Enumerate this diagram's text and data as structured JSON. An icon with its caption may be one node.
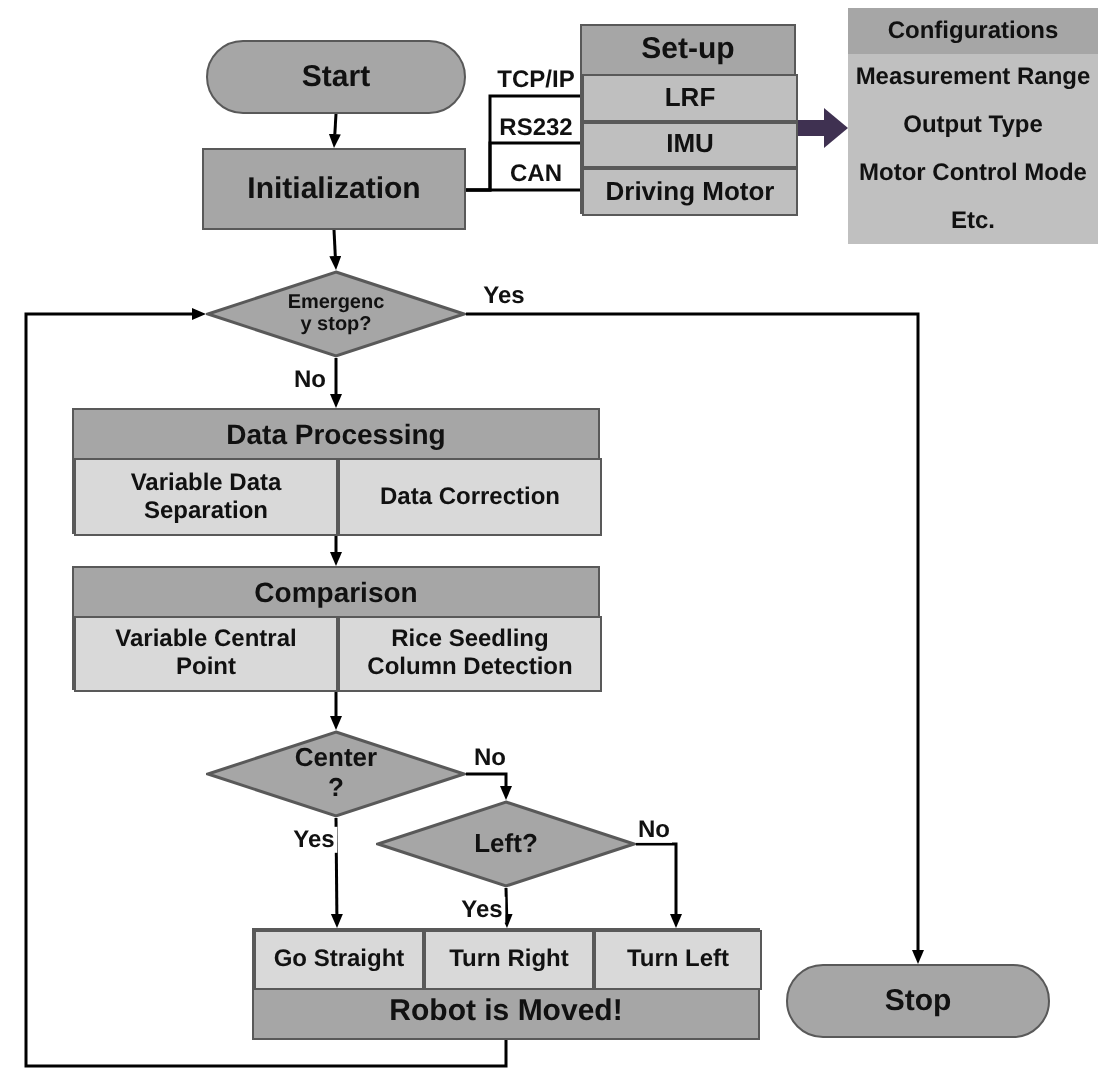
{
  "diagram": {
    "nodes": [
      {
        "text": [
          "Start"
        ]
      },
      {
        "text": [
          "Initialization"
        ]
      },
      {
        "text": [
          "Set-up"
        ]
      },
      {
        "text": [
          "LRF"
        ],
        "in": 2
      },
      {
        "text": [
          "IMU"
        ],
        "in": 2
      },
      {
        "text": [
          "Driving Motor"
        ],
        "in": 2
      },
      {
        "text": [
          "Configurations"
        ]
      },
      {
        "text": [
          "Measurement Range"
        ],
        "in": 6
      },
      {
        "text": [
          "Output Type"
        ],
        "in": 6
      },
      {
        "text": [
          "Motor Control Mode"
        ],
        "in": 6
      },
      {
        "text": [
          "Etc."
        ],
        "in": 6
      },
      {
        "text": [
          "Emergenc y stop?"
        ]
      },
      {
        "text": [
          "Data Processing"
        ]
      },
      {
        "text": [
          "Variable Data Separation"
        ],
        "in": 12
      },
      {
        "text": [
          "Data Correction"
        ],
        "in": 12
      },
      {
        "text": [
          "Comparison"
        ]
      },
      {
        "text": [
          "Variable Central Point"
        ],
        "in": 15
      },
      {
        "text": [
          "Rice Seedling Column Detection"
        ],
        "in": 15
      },
      {
        "text": [
          "Center ?"
        ]
      },
      {
        "text": [
          "Left?"
        ]
      },
      {
        "text": [
          "Robot is Moved!"
        ]
      },
      {
        "text": [
          "Go Straight"
        ],
        "in": 20
      },
      {
        "text": [
          "Turn Right"
        ],
        "in": 20
      },
      {
        "text": [
          "Turn Left"
        ],
        "in": 20
      },
      {
        "text": [
          "Stop"
        ]
      }
    ],
    "edges": [
      {
        "from": 0,
        "to": 1,
        "arrow": "to"
      },
      {
        "from": 1,
        "to": 3,
        "arrow": "none",
        "label": "TCP/IP"
      },
      {
        "from": 1,
        "to": 4,
        "arrow": "none",
        "label": "RS232"
      },
      {
        "from": 1,
        "to": 5,
        "arrow": "none",
        "label": "CAN"
      },
      {
        "from": 2,
        "to": 6,
        "arrow": "to",
        "style": "thick",
        "color": "#3f3151"
      },
      {
        "from": 1,
        "to": 11,
        "arrow": "to"
      },
      {
        "from": 11,
        "to": 24,
        "arrow": "to",
        "label": "Yes"
      },
      {
        "from": 11,
        "to": 12,
        "arrow": "to",
        "label": "No"
      },
      {
        "from": 12,
        "to": 15,
        "arrow": "to"
      },
      {
        "from": 15,
        "to": 18,
        "arrow": "to"
      },
      {
        "from": 18,
        "to": 21,
        "arrow": "to",
        "label": "Yes"
      },
      {
        "from": 18,
        "to": 19,
        "arrow": "to",
        "label": "No"
      },
      {
        "from": 19,
        "to": 22,
        "arrow": "to",
        "label": "Yes"
      },
      {
        "from": 19,
        "to": 23,
        "arrow": "to",
        "label": "No"
      },
      {
        "from": 20,
        "to": 11,
        "arrow": "to"
      }
    ]
  }
}
